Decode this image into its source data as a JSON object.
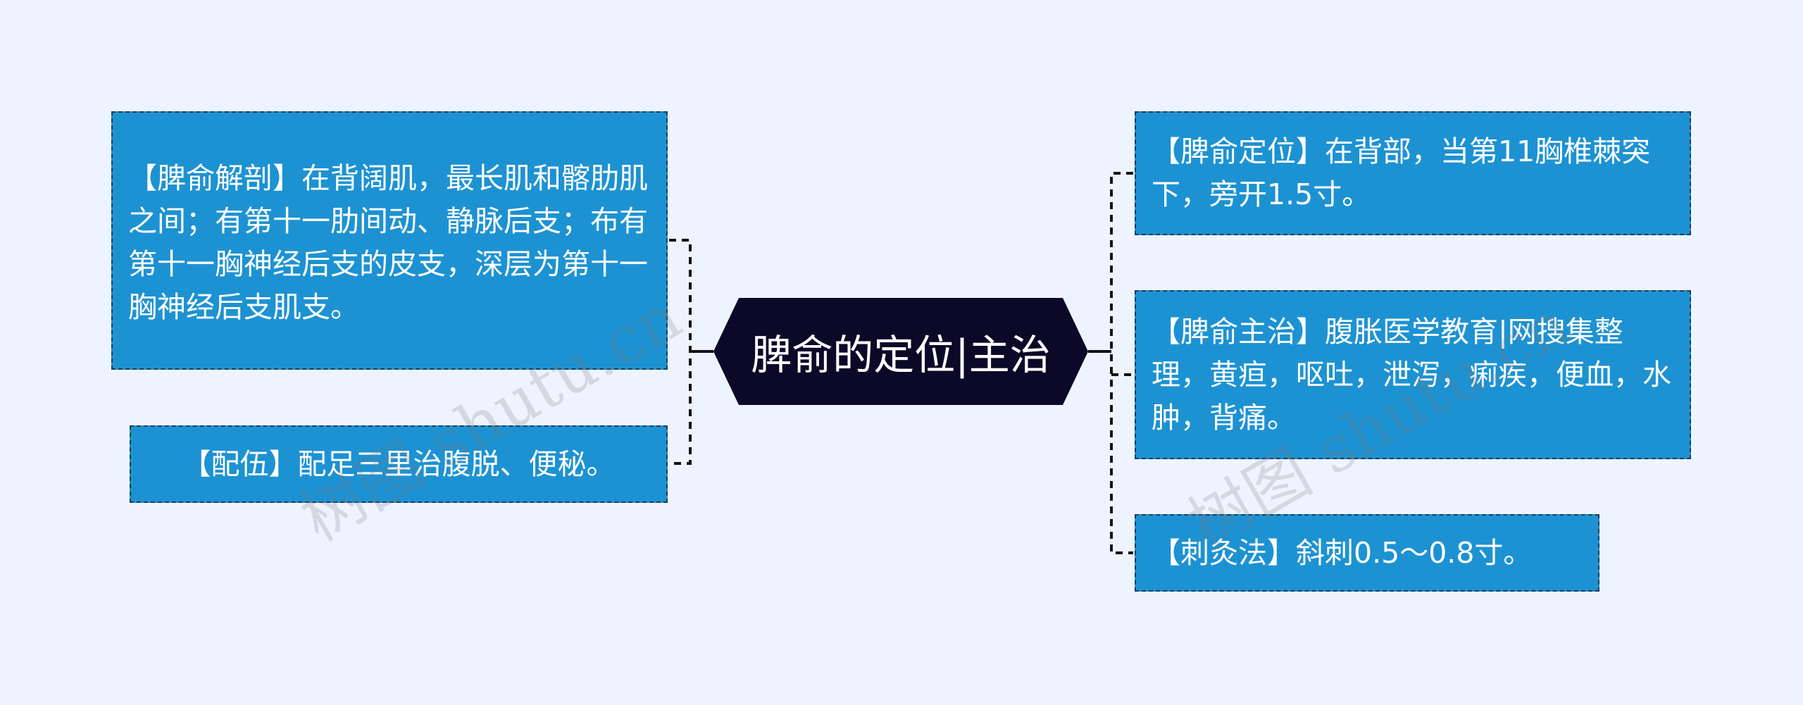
{
  "center": {
    "title": "脾俞的定位|主治"
  },
  "left_nodes": [
    {
      "text": "【脾俞解剖】在背阔肌，最长肌和髂肋肌之间；有第十一肋间动、静脉后支；布有第十一胸神经后支的皮支，深层为第十一胸神经后支肌支。"
    },
    {
      "text": "【配伍】配足三里治腹脱、便秘。"
    }
  ],
  "right_nodes": [
    {
      "text": "【脾俞定位】在背部，当第11胸椎棘突下，旁开1.5寸。"
    },
    {
      "text": "【脾俞主治】腹胀医学教育|网搜集整理，黄疸，呕吐，泄泻，痢疾，便血，水肿，背痛。"
    },
    {
      "text": "【刺灸法】斜刺0.5～0.8寸。"
    }
  ],
  "watermark": "树图 shutu.cn",
  "colors": {
    "background": "#eef4ff",
    "node_fill": "#1d92d2",
    "node_border": "#233a55",
    "center_fill": "#0c0828",
    "connector": "#111111"
  }
}
